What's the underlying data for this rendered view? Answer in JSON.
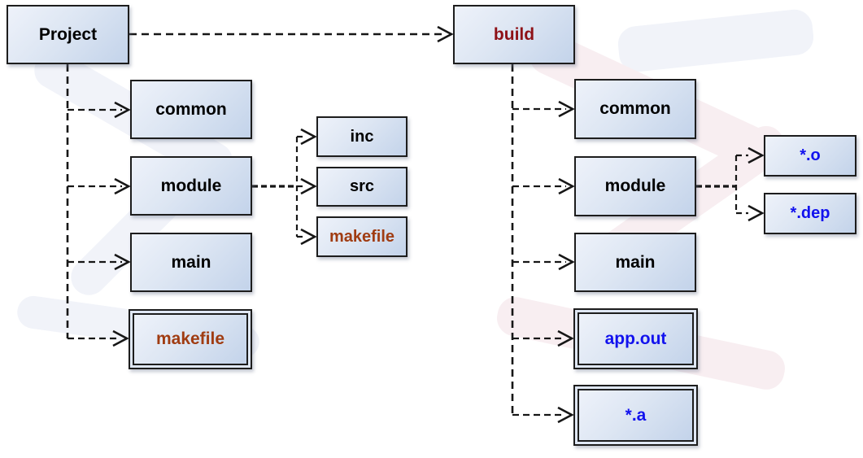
{
  "colors": {
    "box_border": "#1d1d1d",
    "text_default": "#000000",
    "text_build": "#8e1117",
    "text_makefile": "#a03c12",
    "text_artifact": "#1212ee"
  },
  "nodes": {
    "project": "Project",
    "src_common": "common",
    "src_module": "module",
    "src_main": "main",
    "src_makefile": "makefile",
    "module_inc": "inc",
    "module_src": "src",
    "module_makefile": "makefile",
    "build": "build",
    "build_common": "common",
    "build_module": "module",
    "build_main": "main",
    "build_app_out": "app.out",
    "build_static_lib": "*.a",
    "module_objects": "*.o",
    "module_deps": "*.dep"
  },
  "edges": [
    {
      "from": "Project",
      "to": "build"
    },
    {
      "from": "Project",
      "to": "common"
    },
    {
      "from": "Project",
      "to": "module"
    },
    {
      "from": "Project",
      "to": "main"
    },
    {
      "from": "Project",
      "to": "makefile"
    },
    {
      "from": "Project/module",
      "to": "inc"
    },
    {
      "from": "Project/module",
      "to": "src"
    },
    {
      "from": "Project/module",
      "to": "makefile"
    },
    {
      "from": "build",
      "to": "common"
    },
    {
      "from": "build",
      "to": "module"
    },
    {
      "from": "build",
      "to": "main"
    },
    {
      "from": "build",
      "to": "app.out"
    },
    {
      "from": "build",
      "to": "*.a"
    },
    {
      "from": "build/module",
      "to": "*.o"
    },
    {
      "from": "build/module",
      "to": "*.dep"
    }
  ]
}
